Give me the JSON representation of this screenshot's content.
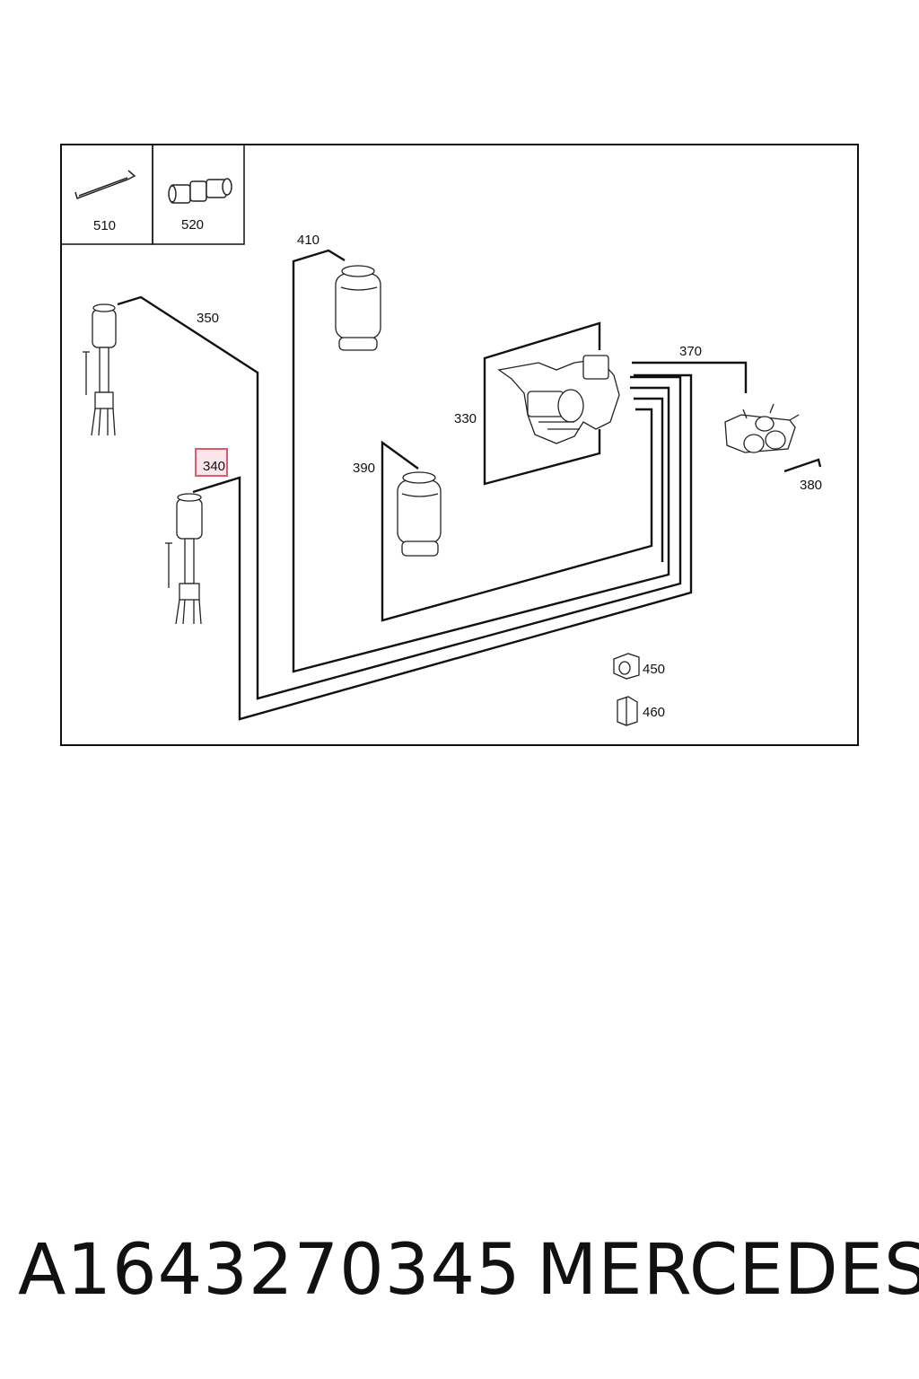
{
  "diagram": {
    "callouts": {
      "c510": "510",
      "c520": "520",
      "c410": "410",
      "c350": "350",
      "c370": "370",
      "c330": "330",
      "c340": "340",
      "c390": "390",
      "c380": "380",
      "c450": "450",
      "c460": "460"
    },
    "highlight_color": "#e05a6e"
  },
  "footer": {
    "part_number": "A1643270345",
    "brand": "MERCEDES"
  }
}
